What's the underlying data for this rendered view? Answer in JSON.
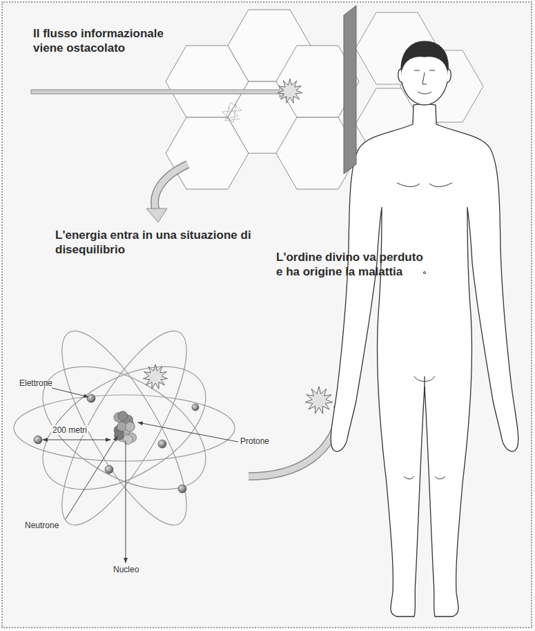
{
  "diagram": {
    "labels": [
      "Il flusso informazionale viene ostacolato",
      "L'energia entra in una situazione di disequilibrio",
      "L'ordine divino va perduto e ha origine la malattia",
      "Elettrone",
      "200 metri",
      "Protone",
      "Neutrone",
      "Nucleo"
    ]
  }
}
